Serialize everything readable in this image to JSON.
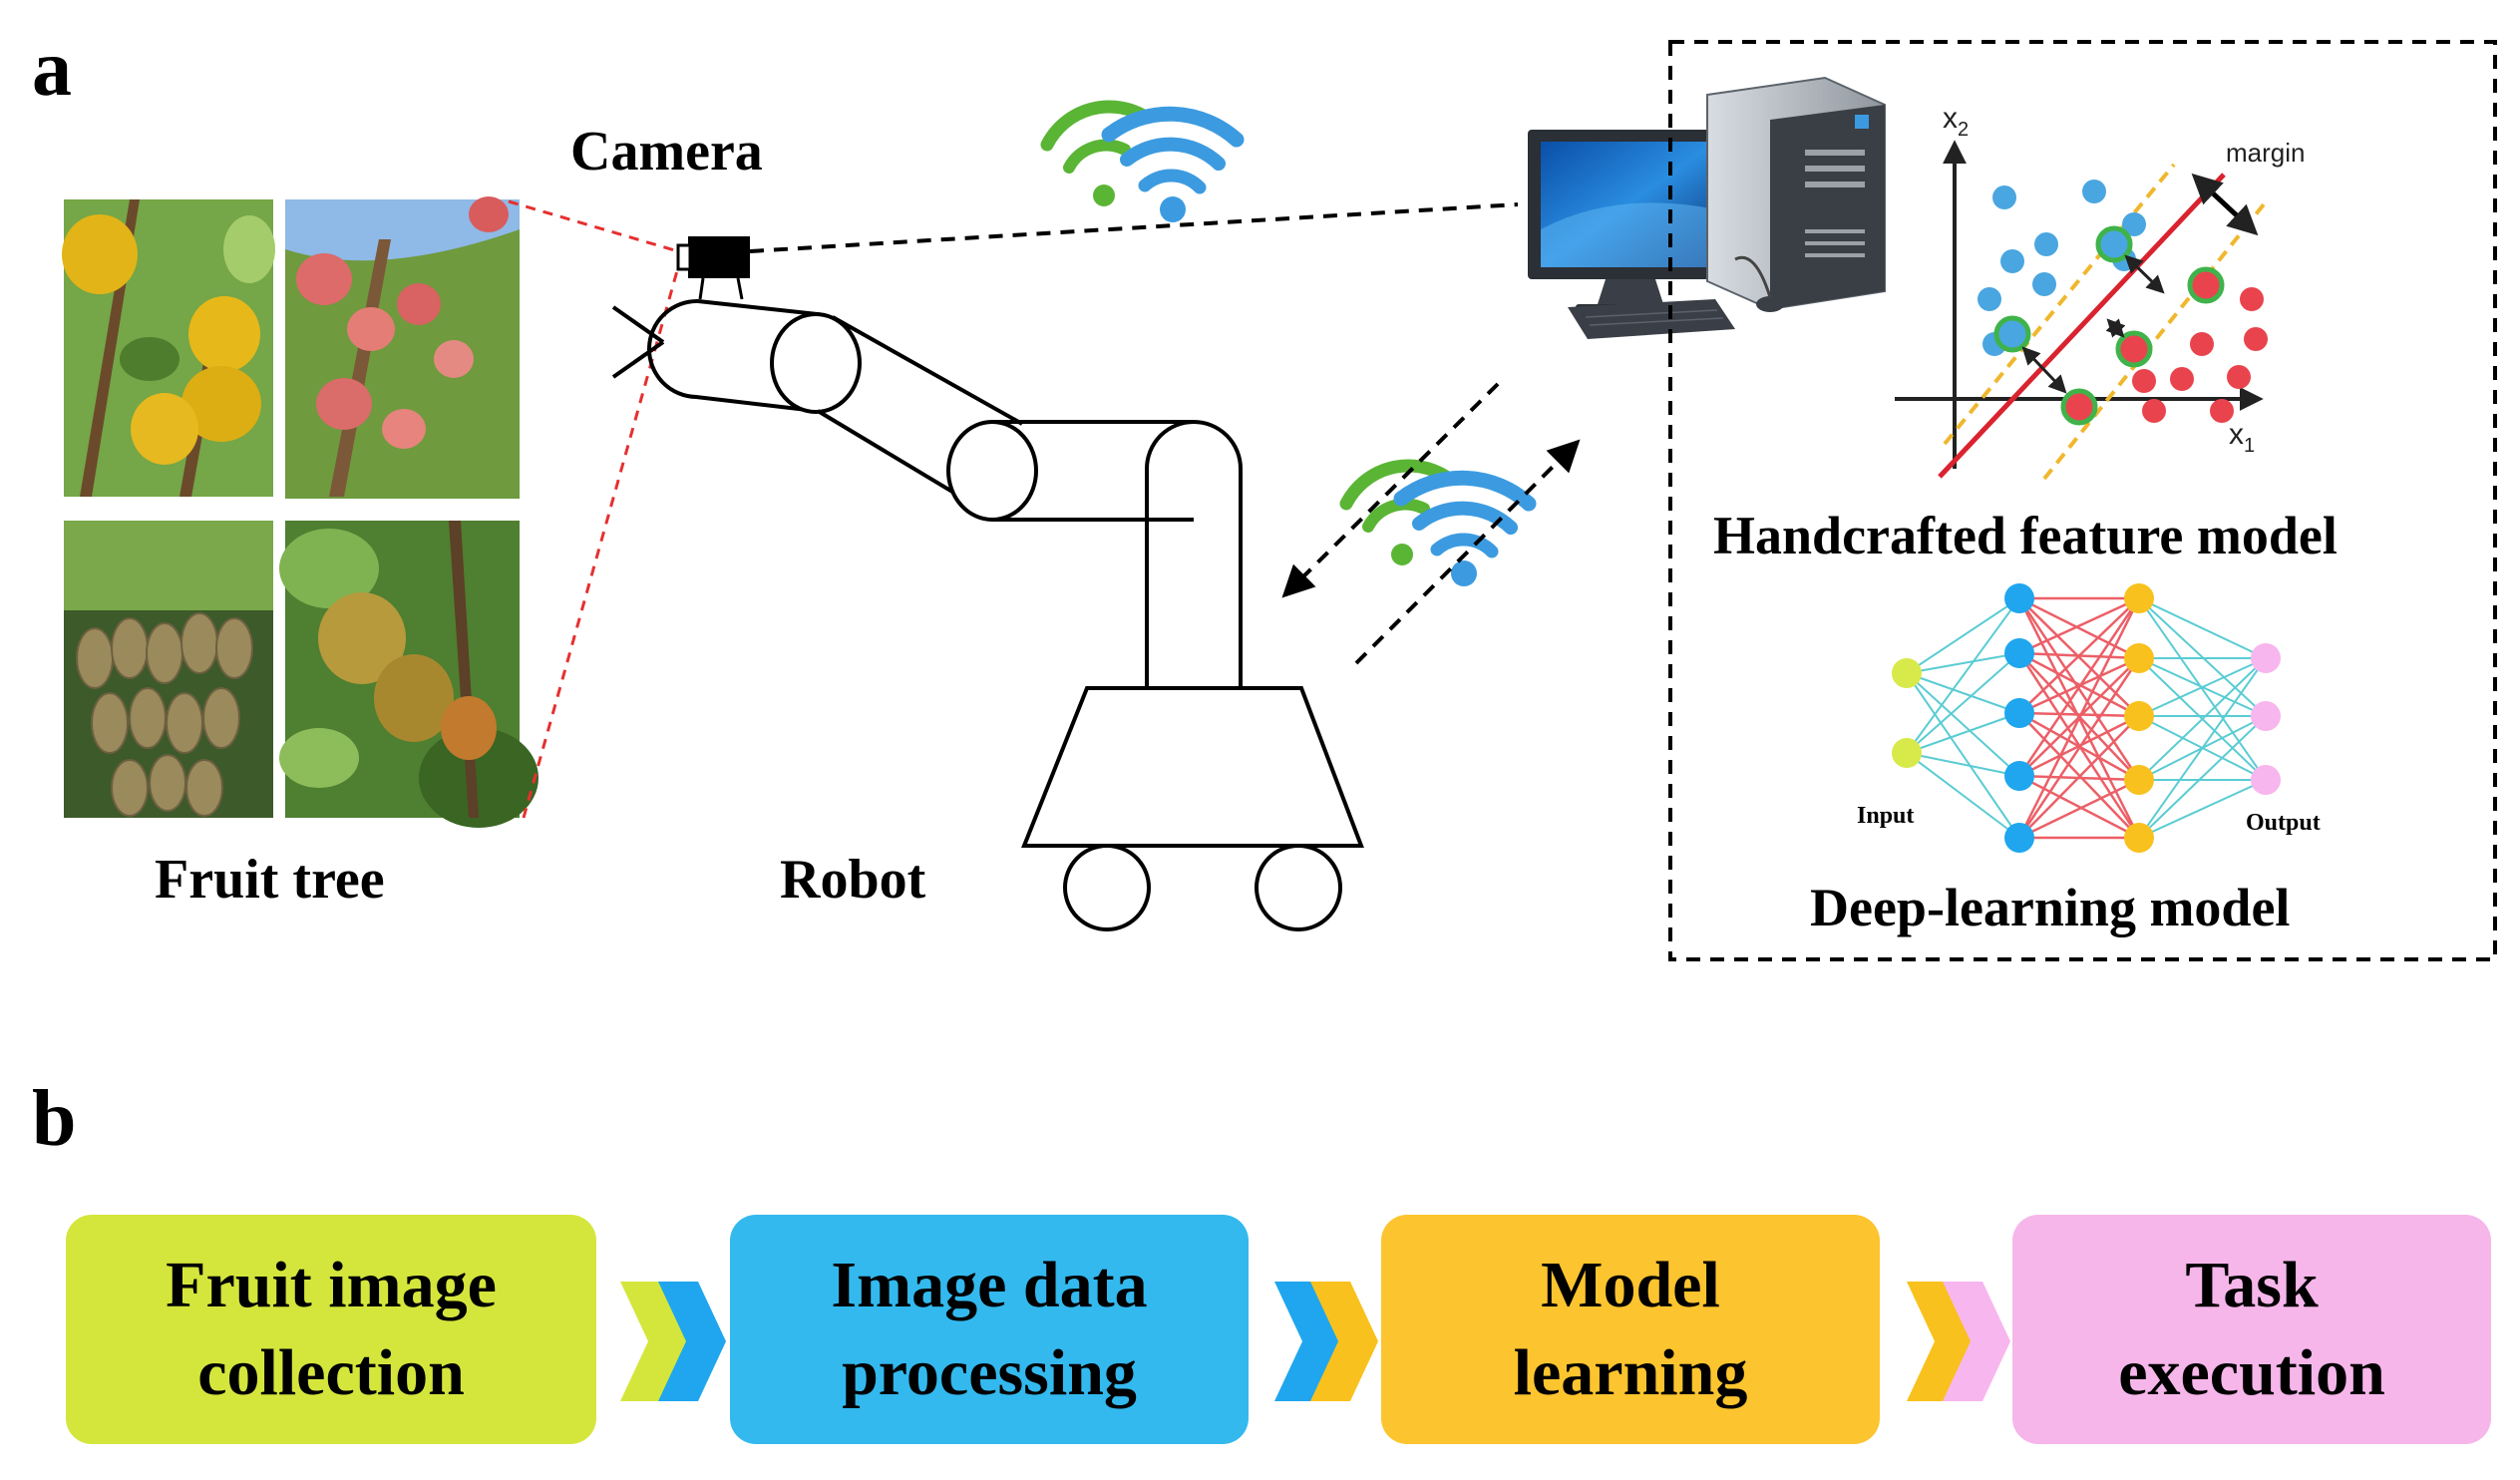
{
  "panel_a": {
    "label": "a",
    "captions": {
      "camera": "Camera",
      "fruit_tree": "Fruit tree",
      "robot": "Robot",
      "handcrafted": "Handcrafted feature model",
      "deep_learning": "Deep-learning model"
    },
    "svm_plot": {
      "x_axis": "x",
      "x_sub": "1",
      "y_axis": "x",
      "y_sub": "2",
      "margin": "margin"
    },
    "nn": {
      "input": "Input",
      "output": "Output"
    }
  },
  "panel_b": {
    "label": "b",
    "steps": [
      {
        "label": "Fruit image\ncollection",
        "color": "#d4e63c"
      },
      {
        "label": "Image data\nprocessing",
        "color": "#33b9ee"
      },
      {
        "label": "Model\nlearning",
        "color": "#fcc42e"
      },
      {
        "label": "Task\nexecution",
        "color": "#f6b6ea"
      }
    ]
  },
  "colors": {
    "blue_class": "#4aa6e0",
    "red_class": "#e9444d",
    "support_ring": "#3fb34a",
    "hyperplane": "#d9232e",
    "margin_line": "#f0b72d",
    "wifi_green": "#5ab535",
    "wifi_blue": "#3c9be0",
    "nn_input": "#d8e94a",
    "nn_h1": "#1fa6ee",
    "nn_h2": "#f9c11d",
    "nn_output": "#f7b6ee",
    "laser": "#e53030"
  }
}
